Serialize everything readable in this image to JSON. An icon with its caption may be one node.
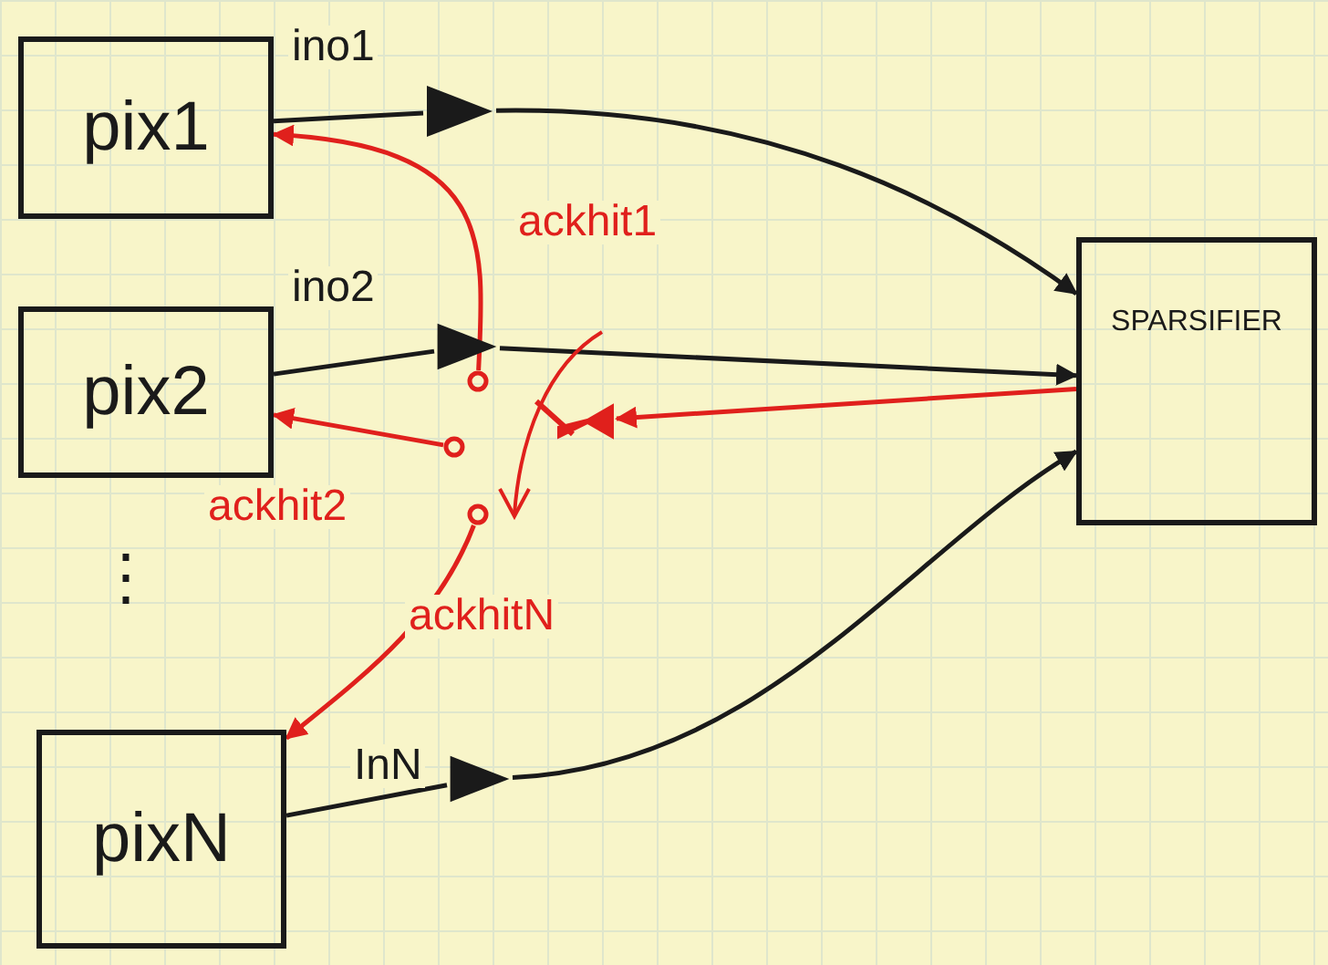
{
  "diagram": {
    "nodes": [
      {
        "text": [
          "pix1"
        ]
      },
      {
        "text": [
          "pix2"
        ]
      },
      {
        "text": [
          "pixN"
        ]
      },
      {
        "text": [
          "SPARSIFIER"
        ]
      },
      {
        "text": [],
        "shape": "triangle"
      },
      {
        "text": [],
        "shape": "triangle"
      },
      {
        "text": [],
        "shape": "triangle"
      },
      {
        "text": [],
        "shape": "circle"
      },
      {
        "text": [],
        "shape": "circle"
      },
      {
        "text": [],
        "shape": "circle"
      },
      {
        "text": [],
        "shape": "switch"
      }
    ],
    "edges": [
      {
        "from": 0,
        "to": 4,
        "arrow": "none",
        "label": "ino1"
      },
      {
        "from": 4,
        "to": 3,
        "arrow": "to"
      },
      {
        "from": 1,
        "to": 5,
        "arrow": "none",
        "label": "ino2"
      },
      {
        "from": 5,
        "to": 3,
        "arrow": "to"
      },
      {
        "from": 2,
        "to": 6,
        "arrow": "none",
        "label": "InN"
      },
      {
        "from": 6,
        "to": 3,
        "arrow": "to"
      },
      {
        "from": 3,
        "to": 10,
        "arrow": "to",
        "color": "#e0201c"
      },
      {
        "from": 7,
        "to": 0,
        "arrow": "to",
        "label": "ackhit1",
        "color": "#e0201c"
      },
      {
        "from": 8,
        "to": 1,
        "arrow": "to",
        "label": "ackhit2",
        "color": "#e0201c"
      },
      {
        "from": 9,
        "to": 2,
        "arrow": "to",
        "label": "ackhitN",
        "color": "#e0201c"
      }
    ],
    "labels": [
      "⋮"
    ]
  }
}
